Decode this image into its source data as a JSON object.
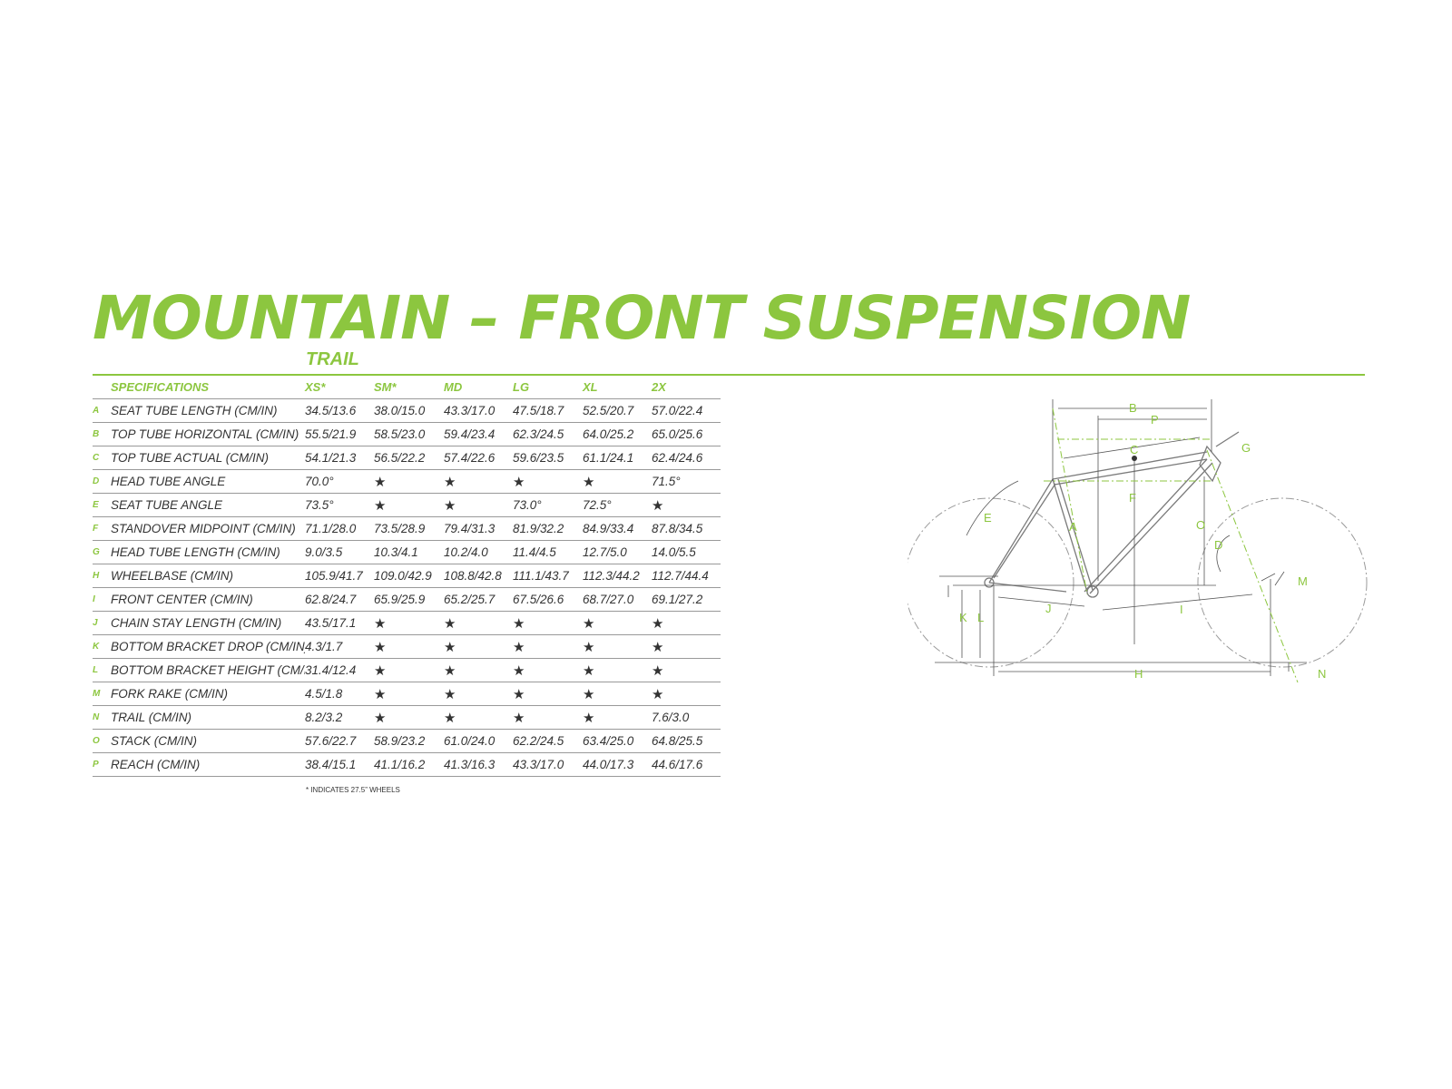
{
  "header": {
    "title": "MOUNTAIN – FRONT SUSPENSION",
    "subtitle": "TRAIL"
  },
  "table": {
    "columns": [
      "SPECIFICATIONS",
      "XS*",
      "SM*",
      "MD",
      "LG",
      "XL",
      "2X"
    ],
    "rows": [
      {
        "letter": "A",
        "label": "SEAT TUBE LENGTH (CM/IN)",
        "values": [
          "34.5/13.6",
          "38.0/15.0",
          "43.3/17.0",
          "47.5/18.7",
          "52.5/20.7",
          "57.0/22.4"
        ]
      },
      {
        "letter": "B",
        "label": "TOP TUBE HORIZONTAL (CM/IN)",
        "values": [
          "55.5/21.9",
          "58.5/23.0",
          "59.4/23.4",
          "62.3/24.5",
          "64.0/25.2",
          "65.0/25.6"
        ]
      },
      {
        "letter": "C",
        "label": "TOP TUBE ACTUAL (CM/IN)",
        "values": [
          "54.1/21.3",
          "56.5/22.2",
          "57.4/22.6",
          "59.6/23.5",
          "61.1/24.1",
          "62.4/24.6"
        ]
      },
      {
        "letter": "D",
        "label": "HEAD TUBE ANGLE",
        "values": [
          "70.0°",
          "★",
          "★",
          "★",
          "★",
          "71.5°"
        ]
      },
      {
        "letter": "E",
        "label": "SEAT TUBE ANGLE",
        "values": [
          "73.5°",
          "★",
          "★",
          "73.0°",
          "72.5°",
          "★"
        ]
      },
      {
        "letter": "F",
        "label": "STANDOVER MIDPOINT (CM/IN)",
        "values": [
          "71.1/28.0",
          "73.5/28.9",
          "79.4/31.3",
          "81.9/32.2",
          "84.9/33.4",
          "87.8/34.5"
        ]
      },
      {
        "letter": "G",
        "label": "HEAD TUBE LENGTH (CM/IN)",
        "values": [
          "9.0/3.5",
          "10.3/4.1",
          "10.2/4.0",
          "11.4/4.5",
          "12.7/5.0",
          "14.0/5.5"
        ]
      },
      {
        "letter": "H",
        "label": "WHEELBASE (CM/IN)",
        "values": [
          "105.9/41.7",
          "109.0/42.9",
          "108.8/42.8",
          "111.1/43.7",
          "112.3/44.2",
          "112.7/44.4"
        ]
      },
      {
        "letter": "I",
        "label": "FRONT CENTER (CM/IN)",
        "values": [
          "62.8/24.7",
          "65.9/25.9",
          "65.2/25.7",
          "67.5/26.6",
          "68.7/27.0",
          "69.1/27.2"
        ]
      },
      {
        "letter": "J",
        "label": "CHAIN STAY LENGTH (CM/IN)",
        "values": [
          "43.5/17.1",
          "★",
          "★",
          "★",
          "★",
          "★"
        ]
      },
      {
        "letter": "K",
        "label": "BOTTOM BRACKET DROP (CM/IN)",
        "values": [
          "4.3/1.7",
          "★",
          "★",
          "★",
          "★",
          "★"
        ]
      },
      {
        "letter": "L",
        "label": "BOTTOM BRACKET HEIGHT (CM/IN)",
        "values": [
          "31.4/12.4",
          "★",
          "★",
          "★",
          "★",
          "★"
        ]
      },
      {
        "letter": "M",
        "label": "FORK RAKE (CM/IN)",
        "values": [
          "4.5/1.8",
          "★",
          "★",
          "★",
          "★",
          "★"
        ]
      },
      {
        "letter": "N",
        "label": "TRAIL (CM/IN)",
        "values": [
          "8.2/3.2",
          "★",
          "★",
          "★",
          "★",
          "7.6/3.0"
        ]
      },
      {
        "letter": "O",
        "label": "STACK (CM/IN)",
        "values": [
          "57.6/22.7",
          "58.9/23.2",
          "61.0/24.0",
          "62.2/24.5",
          "63.4/25.0",
          "64.8/25.5"
        ]
      },
      {
        "letter": "P",
        "label": "REACH (CM/IN)",
        "values": [
          "38.4/15.1",
          "41.1/16.2",
          "41.3/16.3",
          "43.3/17.0",
          "44.0/17.3",
          "44.6/17.6"
        ]
      }
    ]
  },
  "footnote": "* INDICATES 27.5” WHEELS",
  "diagram": {
    "labels": [
      "A",
      "B",
      "C",
      "D",
      "E",
      "F",
      "G",
      "H",
      "I",
      "J",
      "K",
      "L",
      "M",
      "N",
      "O",
      "P"
    ]
  },
  "colors": {
    "accent": "#8cc63f",
    "text": "#333333",
    "rule": "#999999"
  }
}
